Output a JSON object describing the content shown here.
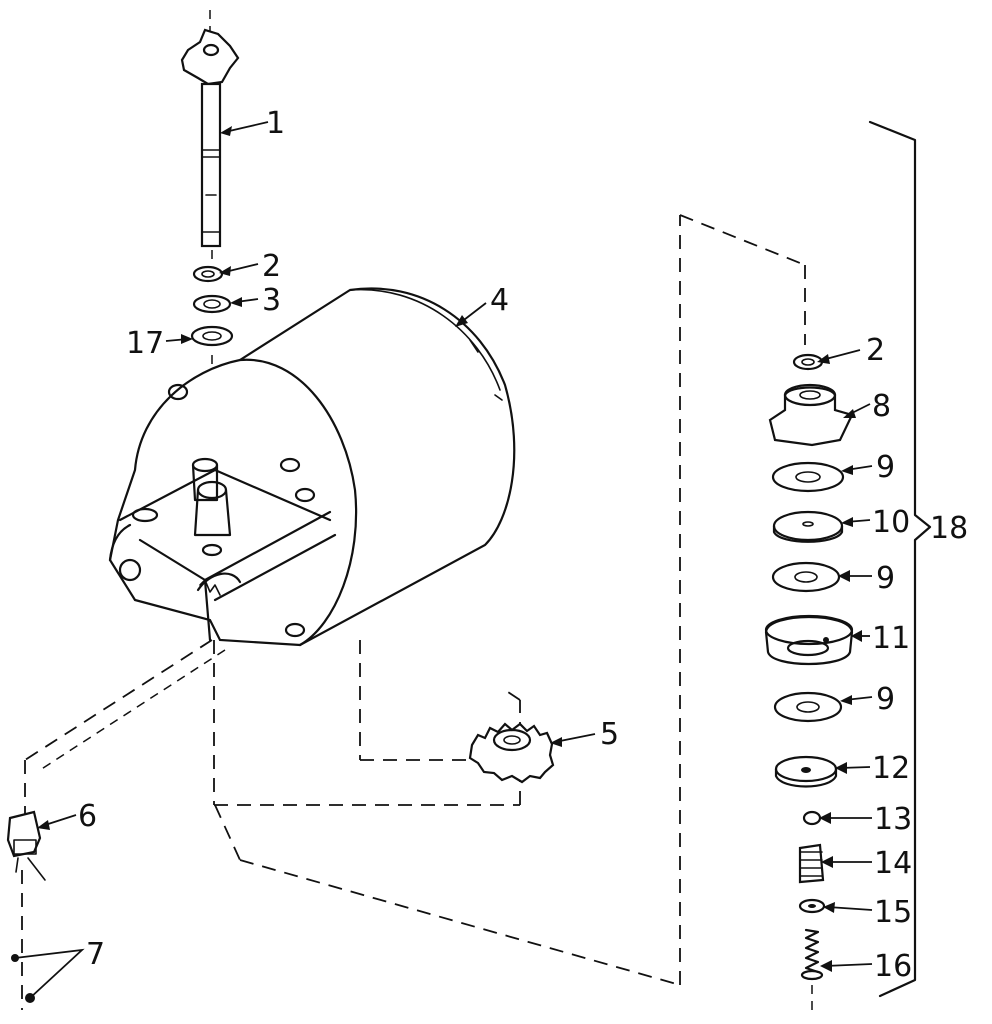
{
  "callouts": {
    "c1": "1",
    "c2": "2",
    "c3": "3",
    "c4": "4",
    "c5": "5",
    "c6": "6",
    "c7": "7",
    "c17": "17",
    "c2b": "2",
    "c8": "8",
    "c9a": "9",
    "c10": "10",
    "c9b": "9",
    "c11": "11",
    "c9c": "9",
    "c12": "12",
    "c13": "13",
    "c14": "14",
    "c15": "15",
    "c16": "16",
    "c18": "18"
  },
  "parts": [
    {
      "id": "1",
      "icon": "knob-shaft-icon"
    },
    {
      "id": "2",
      "icon": "retaining-clip-icon"
    },
    {
      "id": "3",
      "icon": "washer-icon"
    },
    {
      "id": "17",
      "icon": "washer-icon"
    },
    {
      "id": "4",
      "icon": "housing-icon"
    },
    {
      "id": "5",
      "icon": "gear-icon"
    },
    {
      "id": "6",
      "icon": "switch-icon"
    },
    {
      "id": "7",
      "icon": "screw-icon"
    },
    {
      "id": "8",
      "icon": "hub-icon"
    },
    {
      "id": "9",
      "icon": "washer-icon"
    },
    {
      "id": "10",
      "icon": "disc-icon"
    },
    {
      "id": "11",
      "icon": "cup-icon"
    },
    {
      "id": "12",
      "icon": "disc-icon"
    },
    {
      "id": "13",
      "icon": "nut-icon"
    },
    {
      "id": "14",
      "icon": "spring-icon"
    },
    {
      "id": "15",
      "icon": "washer-icon"
    },
    {
      "id": "16",
      "icon": "spring-icon"
    },
    {
      "id": "18",
      "icon": "assembly-bracket-icon"
    }
  ]
}
